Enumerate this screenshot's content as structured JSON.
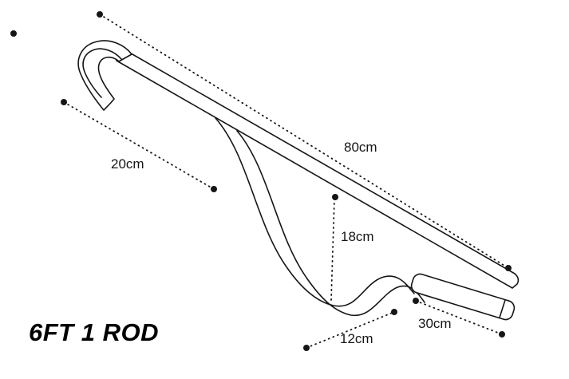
{
  "diagram": {
    "title": "6FT 1 ROD",
    "colors": {
      "background": "#ffffff",
      "line": "#161616",
      "text": "#161616"
    },
    "dimensions": {
      "overall_length": {
        "label": "80cm"
      },
      "upper_section": {
        "label": "20cm"
      },
      "drop_height": {
        "label": "18cm"
      },
      "end_section": {
        "label": "30cm"
      },
      "trough_section": {
        "label": "12cm"
      }
    }
  }
}
